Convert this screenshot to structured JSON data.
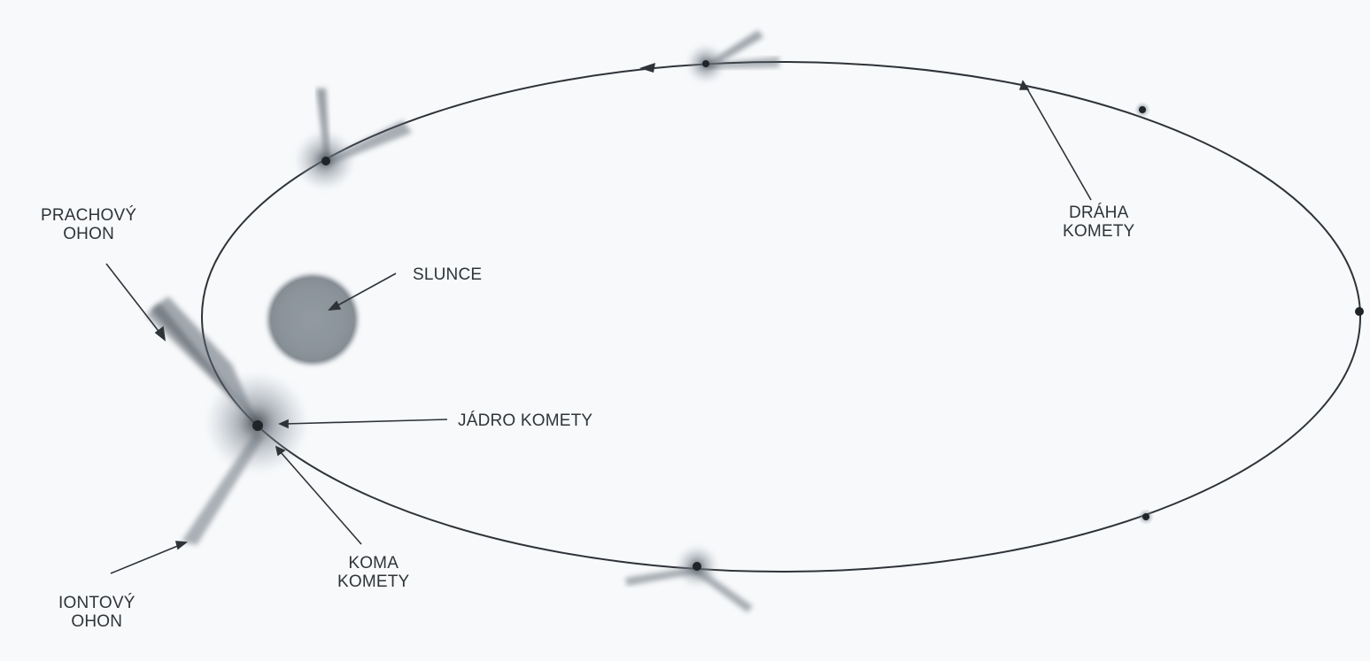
{
  "labels": {
    "dust_tail": [
      "PRACHOVÝ",
      "OHON"
    ],
    "sun": "SLUNCE",
    "orbit": [
      "DRÁHA",
      "KOMETY"
    ],
    "nucleus": "JÁDRO KOMETY",
    "coma": [
      "KOMA",
      "KOMETY"
    ],
    "ion_tail": [
      "IONTOVÝ",
      "OHON"
    ]
  },
  "colors": {
    "background": "#f7f9fb",
    "orbit_line": "#2e3338",
    "sun_fill": "#8d949c",
    "coma": "#5d6670",
    "tail": "#5b6570",
    "label_text": "#2f3438",
    "nucleus": "#1f2429"
  }
}
